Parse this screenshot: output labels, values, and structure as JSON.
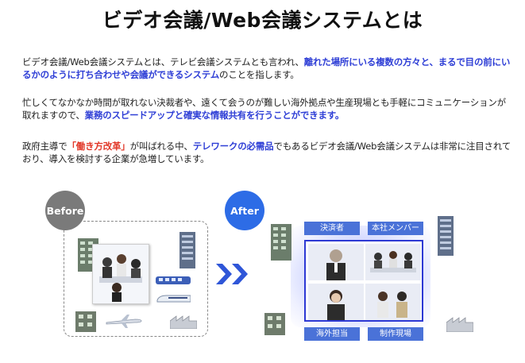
{
  "title": "ビデオ会議/Web会議システムとは",
  "para1": {
    "t1": "ビデオ会議/Web会議システムとは、テレビ会議システムとも言われ、",
    "h1": "離れた場所にいる複数の方々と、まるで目の前にいるかのように打ち合わせや会議ができるシステム",
    "t2": "のことを指します。"
  },
  "para2": {
    "t1": "忙しくてなかなか時間が取れない決裁者や、遠くて会うのが難しい海外拠点や生産現場とも手軽にコミュニケーションが取れますので、",
    "h1": "業務のスピードアップと確実な情報共有を行うことができます。"
  },
  "para3": {
    "t1": "政府主導で",
    "r1": "「働き方改革」",
    "t2": "が叫ばれる中、",
    "h1": "テレワークの必需品",
    "t3": "でもあるビデオ会議/Web会議システムは非常に注目されており、導入を検討する企業が急増しています。"
  },
  "before_badge": "Before",
  "after_badge": "After",
  "labels": {
    "top_left": "決済者",
    "top_right": "本社メンバー",
    "bottom_left": "海外担当",
    "bottom_right": "制作現場"
  }
}
